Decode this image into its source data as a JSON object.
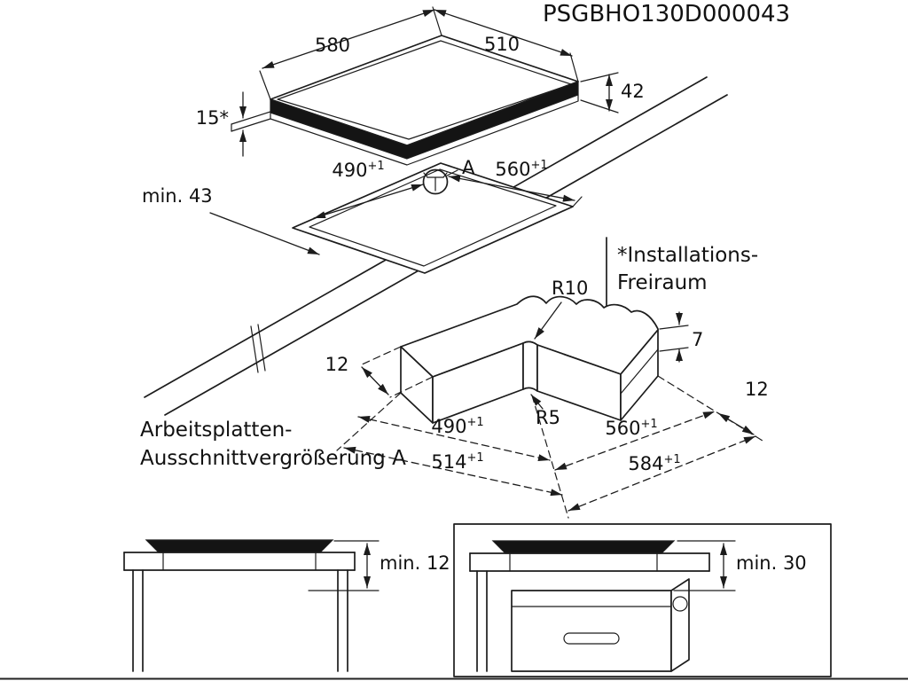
{
  "title": {
    "doc_code": "PSGBHO130D000043"
  },
  "colors": {
    "line": "#1c1c1c",
    "fill_dark": "#141414",
    "background": "#ffffff"
  },
  "hob_view": {
    "width": "580",
    "depth": "510",
    "height": "42",
    "clearance": "15*"
  },
  "cutout_view": {
    "cut_width": "490",
    "cut_depth": "560",
    "tolerance": "+1",
    "edge_distance": "min. 43",
    "detail_marker": "A"
  },
  "note": {
    "line1": "*Installations-",
    "line2": "Freiraum"
  },
  "detail_view": {
    "radius_top": "R10",
    "radius_bottom": "R5",
    "lip_height": "7",
    "edge_left": "12",
    "edge_right": "12",
    "cut_width": "490",
    "cut_depth": "560",
    "outer_width": "514",
    "outer_depth": "584",
    "tolerance": "+1",
    "caption_line1": "Arbeitsplatten-",
    "caption_line2": "Ausschnittvergrößerung A"
  },
  "sections": {
    "hob_clearance": "min. 12",
    "oven_clearance": "min. 30"
  }
}
